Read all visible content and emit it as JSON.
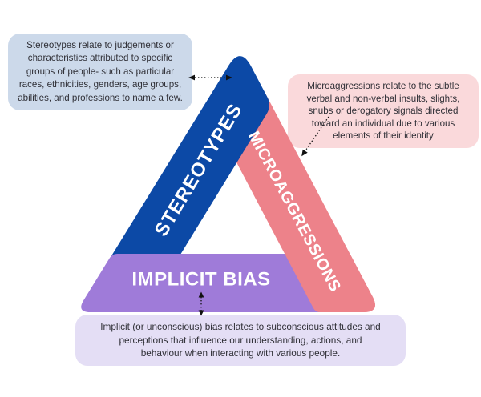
{
  "diagram": {
    "sides": [
      {
        "id": "stereotypes",
        "label": "STEREOTYPES",
        "color": "#0c49a6"
      },
      {
        "id": "microaggressions",
        "label": "MICROAGGRESSIONS",
        "color": "#ed828a"
      },
      {
        "id": "implicit_bias",
        "label": "IMPLICIT BIAS",
        "color": "#9f7bd9"
      }
    ]
  },
  "callouts": {
    "stereotypes": {
      "bg": "#ccd9ea",
      "lines": [
        "Stereotypes relate to judgements or",
        "characteristics attributed to specific",
        "groups of people- such as particular",
        "races, ethnicities, genders, age groups,",
        "abilities, and professions to name a few."
      ]
    },
    "microaggressions": {
      "bg": "#fad9db",
      "lines": [
        "Microaggressions relate to the subtle",
        "verbal and non-verbal insults, slights,",
        "snubs or derogatory signals directed",
        "toward an individual due to various",
        "elements of their identity"
      ]
    },
    "implicit_bias": {
      "bg": "#e4def5",
      "lines": [
        "Implicit (or unconscious) bias relates to subconscious attitudes and",
        "perceptions that influence our understanding, actions, and",
        "behaviour when interacting with various people."
      ]
    }
  },
  "ui_colors": {
    "background": "#ffffff",
    "body_text": "#303037",
    "bar_label_text": "#ffffff",
    "arrow": "#111111"
  }
}
